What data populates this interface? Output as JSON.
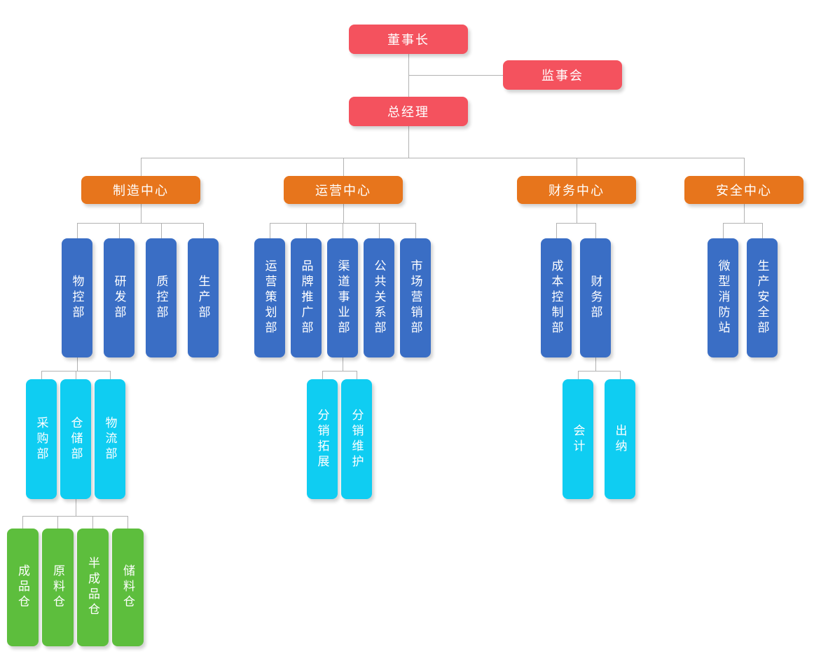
{
  "colors": {
    "background": "#ffffff",
    "text": "#ffffff",
    "connector": "#b2b2b2",
    "level1": "#f4525e",
    "level2": "#e7751c",
    "level3": "#3a6ec5",
    "level4": "#0fcdf2",
    "level5": "#5dbe3d"
  },
  "nodes": {
    "chairman": {
      "label": "董事长"
    },
    "supervisory_board": {
      "label": "监事会"
    },
    "general_manager": {
      "label": "总经理"
    },
    "manufacturing_center": {
      "label": "制造中心"
    },
    "operations_center": {
      "label": "运营中心"
    },
    "finance_center": {
      "label": "财务中心"
    },
    "safety_center": {
      "label": "安全中心"
    },
    "material_control_dept": {
      "label": "物控部"
    },
    "rnd_dept": {
      "label": "研发部"
    },
    "quality_control_dept": {
      "label": "质控部"
    },
    "production_dept": {
      "label": "生产部"
    },
    "operations_planning_dept": {
      "label": "运营策划部"
    },
    "brand_promotion_dept": {
      "label": "品牌推广部"
    },
    "channel_business_dept": {
      "label": "渠道事业部"
    },
    "public_relations_dept": {
      "label": "公共关系部"
    },
    "marketing_dept": {
      "label": "市场营销部"
    },
    "cost_control_dept": {
      "label": "成本控制部"
    },
    "finance_dept": {
      "label": "财务部"
    },
    "micro_fire_station": {
      "label": "微型消防站"
    },
    "production_safety_dept": {
      "label": "生产安全部"
    },
    "purchasing_dept": {
      "label": "采购部"
    },
    "warehousing_dept": {
      "label": "仓储部"
    },
    "logistics_dept": {
      "label": "物流部"
    },
    "distribution_expansion": {
      "label": "分销拓展"
    },
    "distribution_maintenance": {
      "label": "分销维护"
    },
    "accounting": {
      "label": "会计"
    },
    "cashier": {
      "label": "出纳"
    },
    "finished_goods_warehouse": {
      "label": "成品仓"
    },
    "raw_material_warehouse": {
      "label": "原料仓"
    },
    "semi_finished_warehouse": {
      "label": "半成品仓"
    },
    "material_storage_warehouse": {
      "label": "储料仓"
    }
  },
  "hierarchy": {
    "root": "chairman",
    "staff_links": [
      {
        "parent": "chairman",
        "child": "supervisory_board"
      }
    ],
    "children": {
      "chairman": [
        "general_manager"
      ],
      "general_manager": [
        "manufacturing_center",
        "operations_center",
        "finance_center",
        "safety_center"
      ],
      "manufacturing_center": [
        "material_control_dept",
        "rnd_dept",
        "quality_control_dept",
        "production_dept"
      ],
      "material_control_dept": [
        "purchasing_dept",
        "warehousing_dept",
        "logistics_dept"
      ],
      "warehousing_dept": [
        "finished_goods_warehouse",
        "raw_material_warehouse",
        "semi_finished_warehouse",
        "material_storage_warehouse"
      ],
      "operations_center": [
        "operations_planning_dept",
        "brand_promotion_dept",
        "channel_business_dept",
        "public_relations_dept",
        "marketing_dept"
      ],
      "channel_business_dept": [
        "distribution_expansion",
        "distribution_maintenance"
      ],
      "finance_center": [
        "cost_control_dept",
        "finance_dept"
      ],
      "finance_dept": [
        "accounting",
        "cashier"
      ],
      "safety_center": [
        "micro_fire_station",
        "production_safety_dept"
      ]
    }
  }
}
